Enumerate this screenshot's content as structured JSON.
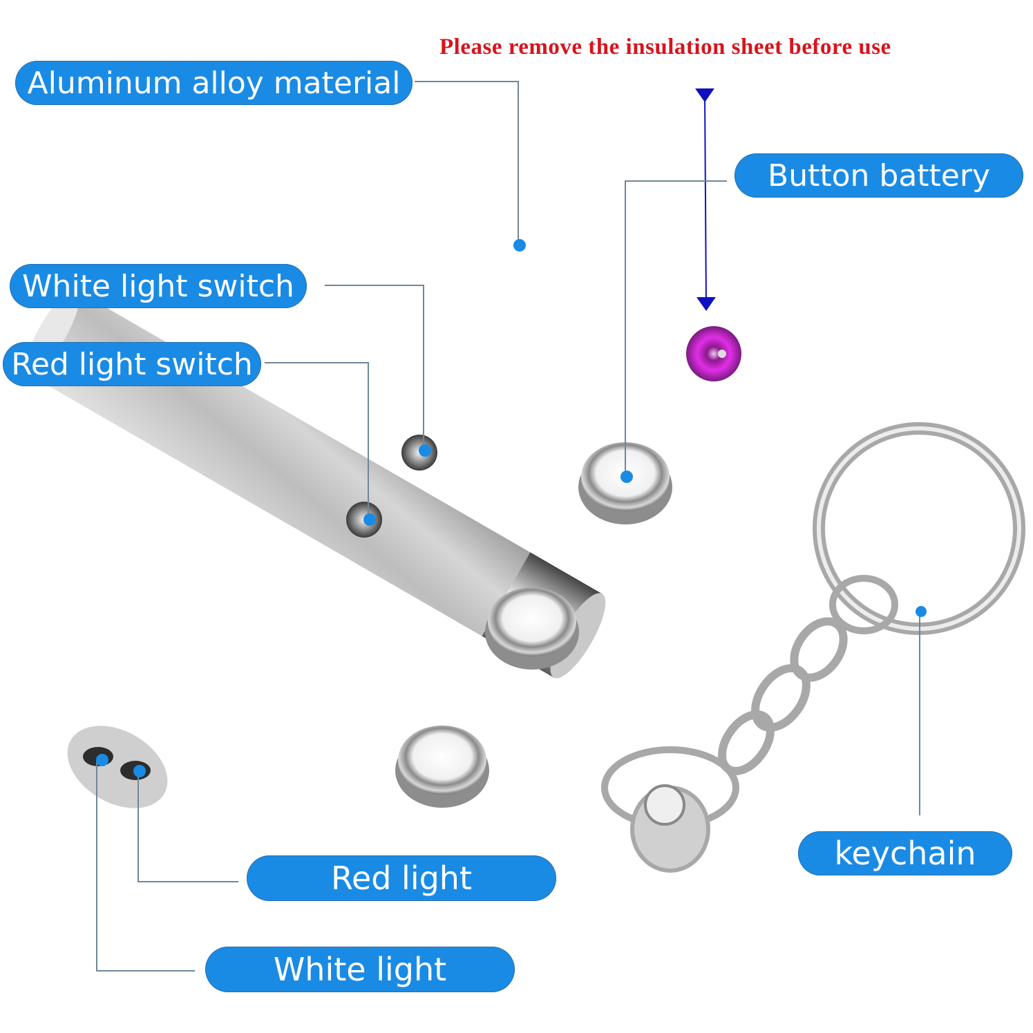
{
  "warning": {
    "text": "Please remove the insulation sheet before use",
    "color": "#d7141d"
  },
  "labels": {
    "aluminum": "Aluminum alloy material",
    "white_switch": "White light switch",
    "red_switch": "Red light switch",
    "button_battery": "Button battery",
    "red_light": "Red light",
    "white_light": "White light",
    "keychain": "keychain"
  },
  "colors": {
    "pill": "#1a8be4",
    "leader": "#6e8796",
    "arrow": "#1010c0",
    "dot": "#1a8be4",
    "sheet": "#d11fd8"
  },
  "items": {
    "laser_pointer": "silver laser pointer with two buttons and two lenses",
    "batteries": 3,
    "insulation_sheet": "magenta insulation sheet",
    "key_ring": "split key ring with chain"
  }
}
